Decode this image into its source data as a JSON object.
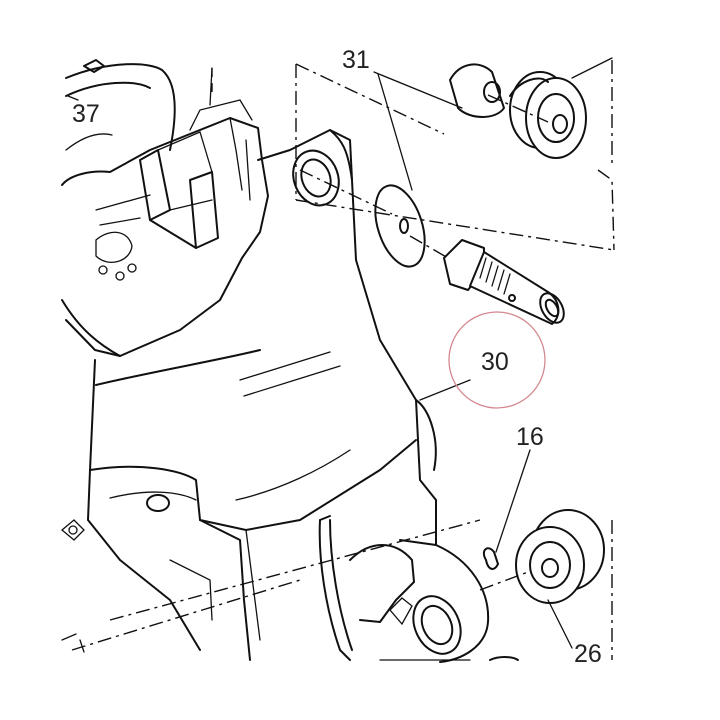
{
  "callouts": {
    "c37": "37",
    "c31": "31",
    "c30": "30",
    "c16": "16",
    "c26": "26"
  },
  "highlight_color": "#d4888f"
}
